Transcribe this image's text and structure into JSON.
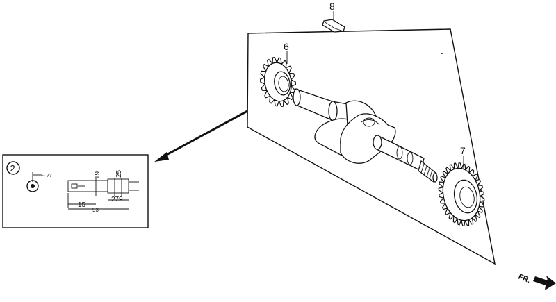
{
  "callouts": {
    "part_8": "8",
    "part_6": "6",
    "part_7": "7",
    "inset_ref": "2"
  },
  "direction_label": "FR.",
  "inset_dims": {
    "d_19": "19",
    "d_25": "25",
    "d_15": "15",
    "d_279": "279",
    "d_93": "93",
    "d_small": "-- ??"
  },
  "colors": {
    "ink": "#111111",
    "paper": "#ffffff"
  }
}
